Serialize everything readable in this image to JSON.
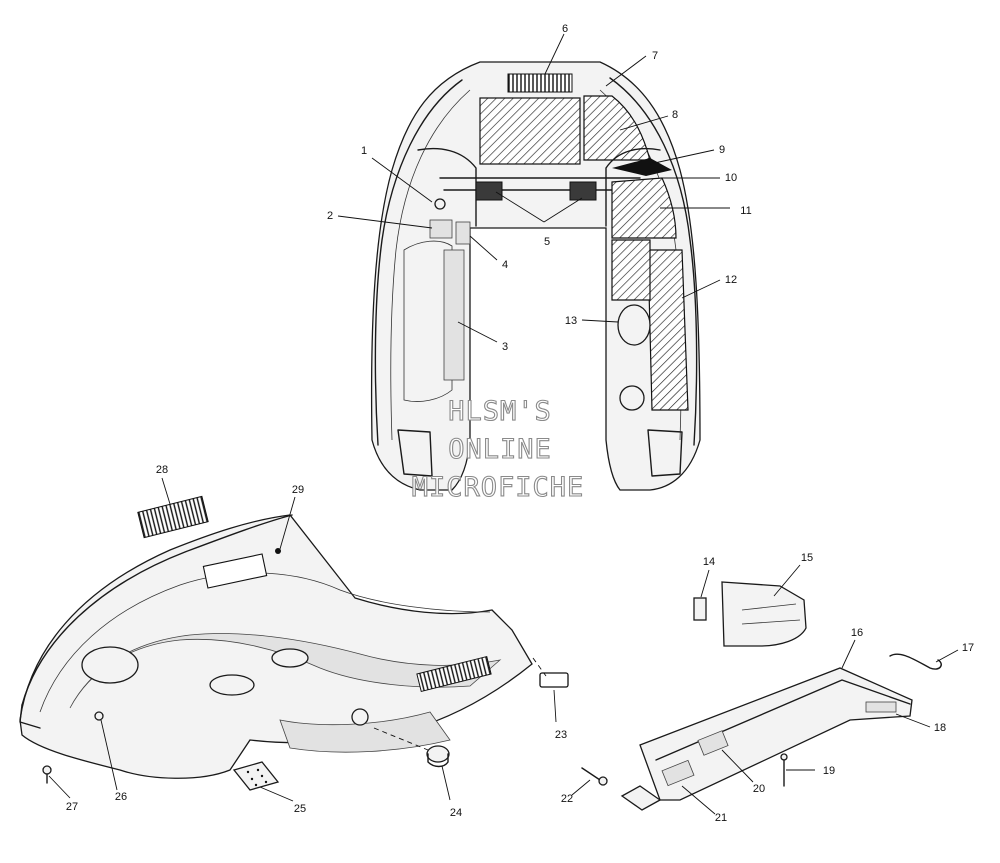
{
  "watermark": {
    "line1": "HLSM'S",
    "line2": "ONLINE",
    "line3": "MICROFICHE"
  },
  "callouts": [
    {
      "id": "c1",
      "label": "1"
    },
    {
      "id": "c2",
      "label": "2"
    },
    {
      "id": "c3",
      "label": "3"
    },
    {
      "id": "c4",
      "label": "4"
    },
    {
      "id": "c5",
      "label": "5"
    },
    {
      "id": "c6",
      "label": "6"
    },
    {
      "id": "c7",
      "label": "7"
    },
    {
      "id": "c8",
      "label": "8"
    },
    {
      "id": "c9",
      "label": "9"
    },
    {
      "id": "c10",
      "label": "10"
    },
    {
      "id": "c11",
      "label": "11"
    },
    {
      "id": "c12",
      "label": "12"
    },
    {
      "id": "c13",
      "label": "13"
    },
    {
      "id": "c14",
      "label": "14"
    },
    {
      "id": "c15",
      "label": "15"
    },
    {
      "id": "c16",
      "label": "16"
    },
    {
      "id": "c17",
      "label": "17"
    },
    {
      "id": "c18",
      "label": "18"
    },
    {
      "id": "c19",
      "label": "19"
    },
    {
      "id": "c20",
      "label": "20"
    },
    {
      "id": "c21",
      "label": "21"
    },
    {
      "id": "c22",
      "label": "22"
    },
    {
      "id": "c23",
      "label": "23"
    },
    {
      "id": "c24",
      "label": "24"
    },
    {
      "id": "c25",
      "label": "25"
    },
    {
      "id": "c26",
      "label": "26"
    },
    {
      "id": "c27",
      "label": "27"
    },
    {
      "id": "c28",
      "label": "28"
    },
    {
      "id": "c29",
      "label": "29"
    }
  ]
}
